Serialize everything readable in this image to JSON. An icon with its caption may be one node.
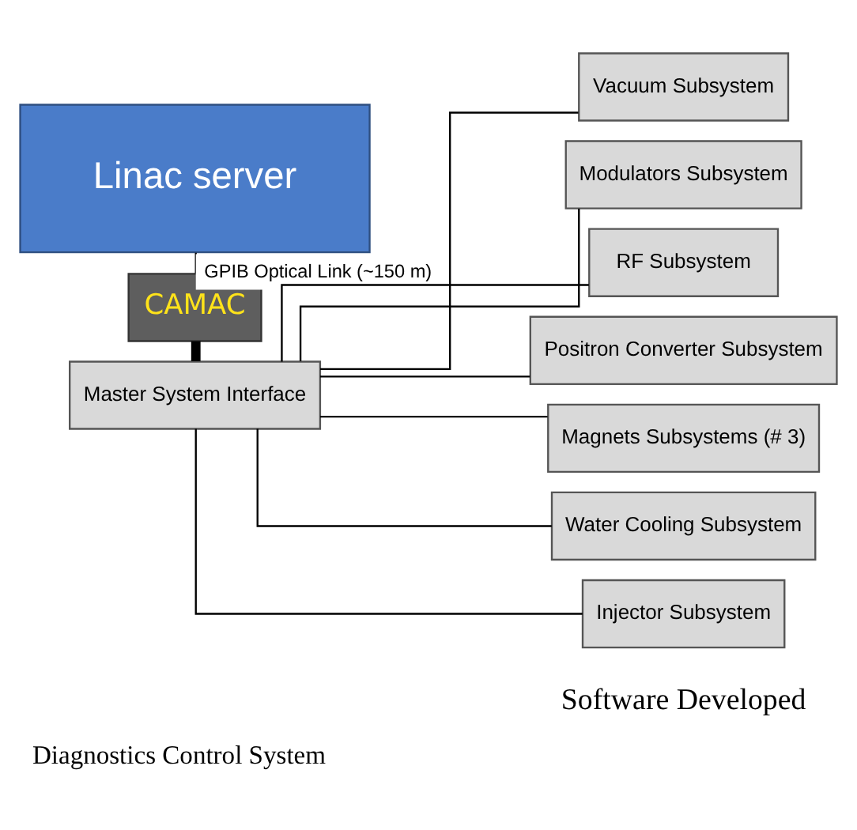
{
  "diagram": {
    "caption": "Diagnostics Control System",
    "nodes": [
      {
        "text": [
          "Linac server"
        ]
      },
      {
        "text": [
          "CAMAC"
        ]
      },
      {
        "text": [
          "Master System Interface"
        ]
      },
      {
        "text": [
          "Vacuum Subsystem"
        ]
      },
      {
        "text": [
          "Modulators Subsystem"
        ]
      },
      {
        "text": [
          "RF Subsystem"
        ]
      },
      {
        "text": [
          "Positron Converter Subsystem"
        ]
      },
      {
        "text": [
          "Magnets Subsystems (# 3)"
        ]
      },
      {
        "text": [
          "Water Cooling Subsystem"
        ]
      },
      {
        "text": [
          "Injector Subsystem"
        ]
      }
    ],
    "edges": [
      {
        "from": 0,
        "to": 1,
        "arrow": "none",
        "label": "GPIB Optical Link (~150 m)"
      },
      {
        "from": 1,
        "to": 2,
        "arrow": "none",
        "style": "thick"
      },
      {
        "from": 2,
        "to": 3,
        "arrow": "none"
      },
      {
        "from": 2,
        "to": 4,
        "arrow": "none"
      },
      {
        "from": 2,
        "to": 5,
        "arrow": "none"
      },
      {
        "from": 2,
        "to": 6,
        "arrow": "none"
      },
      {
        "from": 2,
        "to": 7,
        "arrow": "none"
      },
      {
        "from": 2,
        "to": 8,
        "arrow": "none"
      },
      {
        "from": 2,
        "to": 9,
        "arrow": "none"
      }
    ],
    "labels": [
      "Software Developed"
    ]
  }
}
